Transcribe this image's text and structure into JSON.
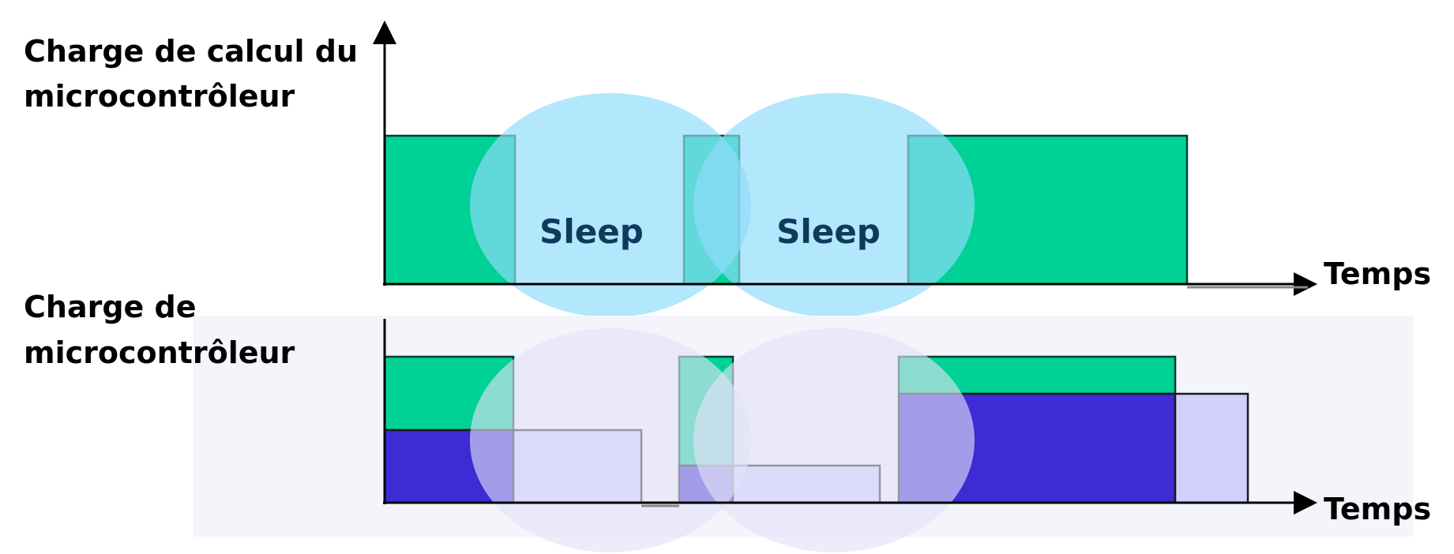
{
  "top_panel": {
    "title_line1": "Charge de calcul du",
    "title_line2": "microcontrôleur",
    "axis_label": "Temps",
    "sleep_label_1": "Sleep",
    "sleep_label_2": "Sleep"
  },
  "bottom_panel": {
    "title_line1": "Charge de",
    "title_line2": "microcontrôleur",
    "axis_label": "Temps"
  },
  "colors": {
    "active_green": "#00d195",
    "sleep_blue": "#a8e6fb",
    "sleep_blue_pale": "#e9e9f7",
    "load_dark": "#3d2bd3",
    "load_light": "#d1cffb",
    "axis": "#000000"
  }
}
